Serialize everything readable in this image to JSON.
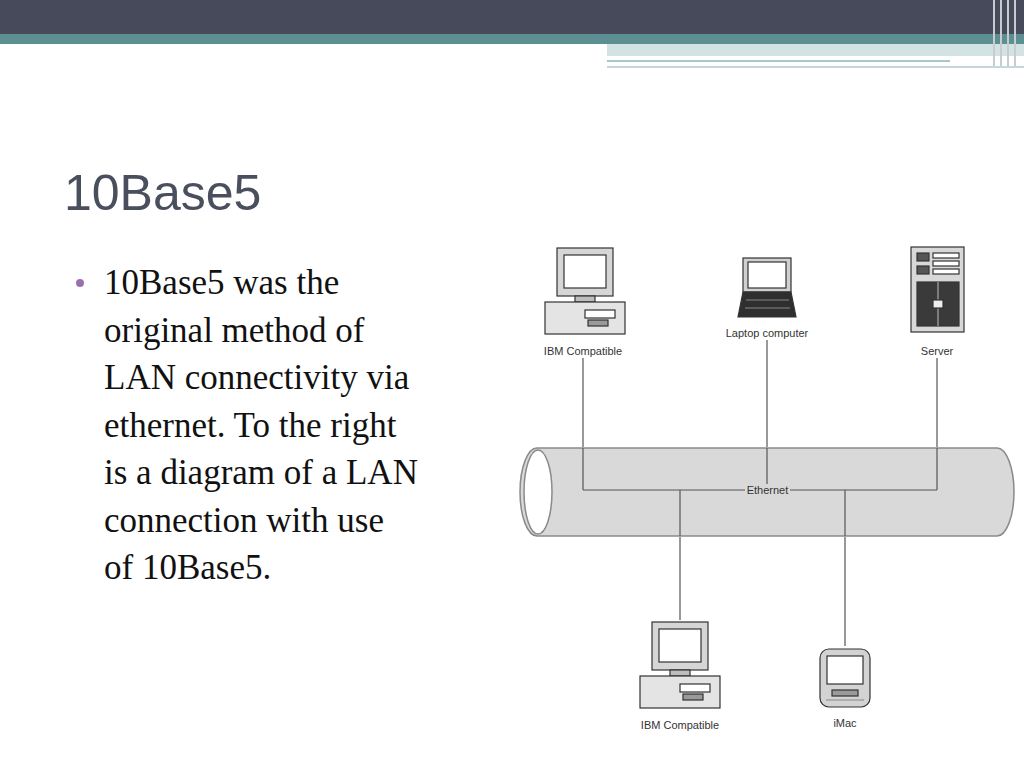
{
  "diagram": {
    "title": "10Base5",
    "nodes": [
      {
        "text": [
          "IBM Compatible"
        ]
      },
      {
        "text": [
          "Laptop computer"
        ]
      },
      {
        "text": [
          "Server"
        ]
      },
      {
        "text": [
          "Ethernet"
        ]
      },
      {
        "text": [
          "IBM Compatible"
        ]
      },
      {
        "text": [
          "iMac"
        ]
      }
    ],
    "edges": [
      {
        "from": 0,
        "to": 3,
        "arrow": "none"
      },
      {
        "from": 1,
        "to": 3,
        "arrow": "none"
      },
      {
        "from": 2,
        "to": 3,
        "arrow": "none"
      },
      {
        "from": 4,
        "to": 3,
        "arrow": "none"
      },
      {
        "from": 5,
        "to": 3,
        "arrow": "none"
      }
    ],
    "labels": [
      "10Base5 was the original method of LAN connectivity via ethernet. To the right is a diagram of a LAN connection with use of 10Base5."
    ]
  }
}
